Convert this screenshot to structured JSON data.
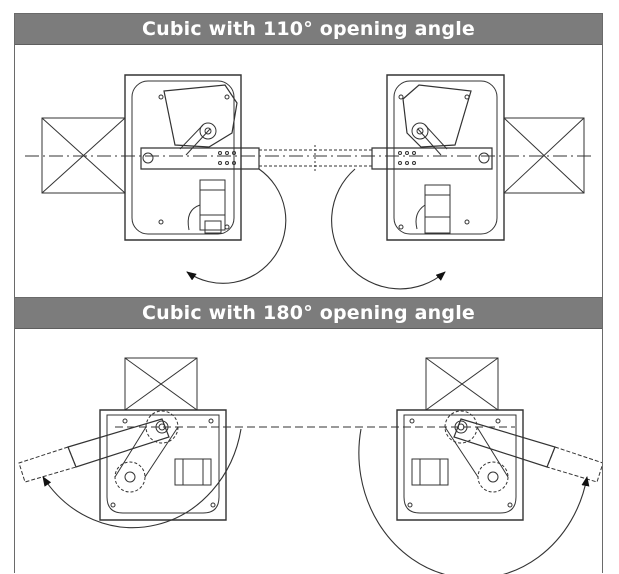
{
  "sections": [
    {
      "title": "Cubic with 110° opening angle",
      "opening_angle_deg": 110
    },
    {
      "title": "Cubic with 180° opening angle",
      "opening_angle_deg": 180
    }
  ],
  "colors": {
    "header_bg": "#7c7c7c",
    "header_text": "#ffffff",
    "line": "#333333",
    "border": "#6a6a6a"
  },
  "icons": [
    "gate-post-icon",
    "gate-operator-icon",
    "swing-arc-arrow-icon"
  ]
}
